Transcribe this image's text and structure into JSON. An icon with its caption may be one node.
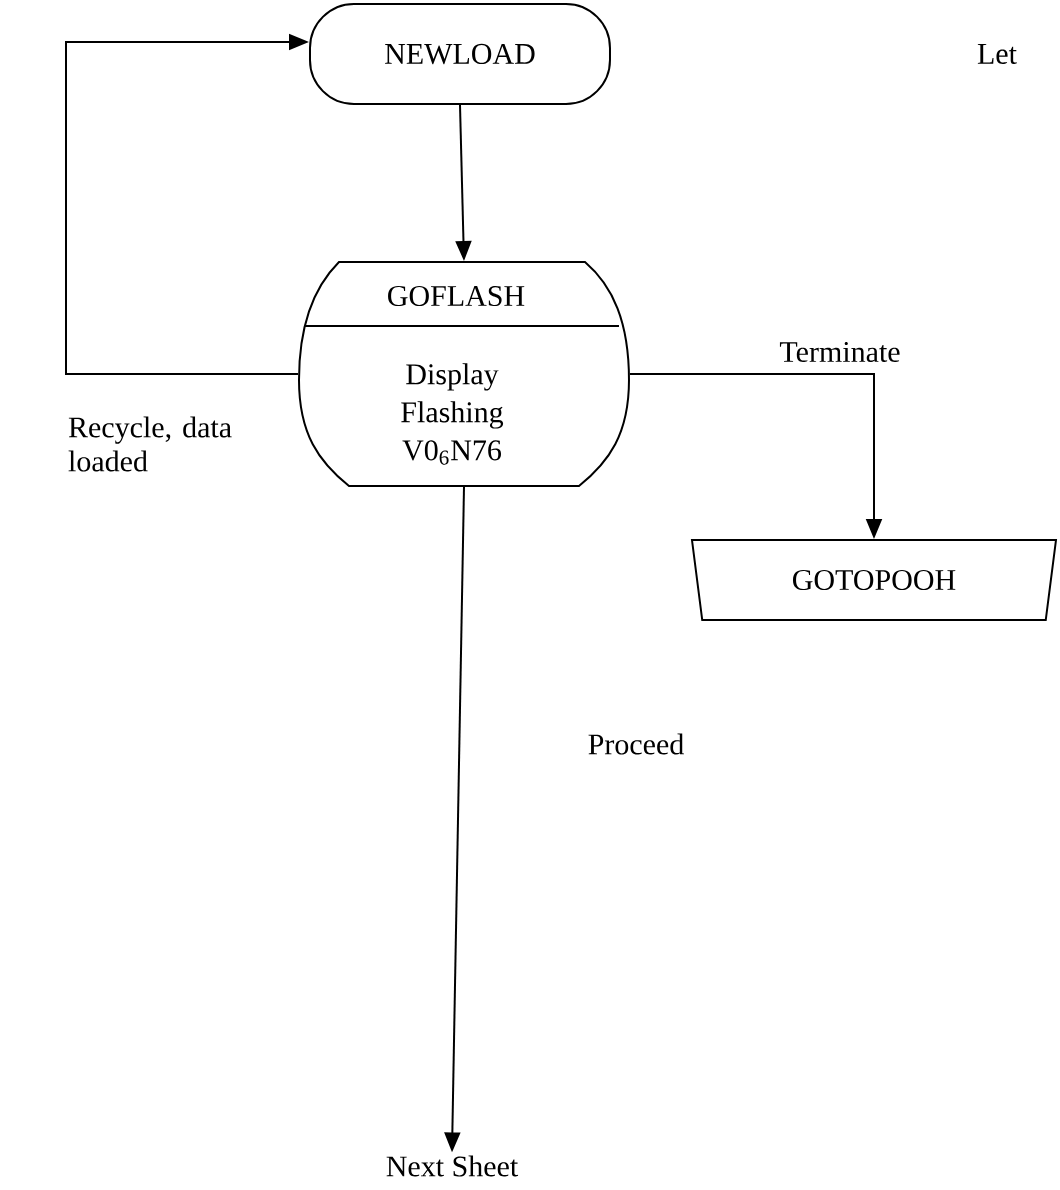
{
  "diagram": {
    "nodes": [
      {
        "text": [
          "NEWLOAD"
        ]
      },
      {
        "text": [
          "GOFLASH",
          "Display Flashing V0$_{6}$N76"
        ]
      },
      {
        "text": [
          "GOTOPOOH"
        ]
      },
      {
        "text": [
          "Next Sheet"
        ]
      }
    ],
    "edges": [
      {
        "from": 0,
        "to": 1,
        "arrow": "to"
      },
      {
        "from": 1,
        "to": 0,
        "arrow": "to",
        "label": "Recycle, data loaded"
      },
      {
        "from": 1,
        "to": 2,
        "arrow": "to",
        "label": "Terminate"
      },
      {
        "from": 1,
        "to": 3,
        "arrow": "to",
        "label": "Proceed"
      }
    ],
    "labels": [
      "Let"
    ]
  }
}
